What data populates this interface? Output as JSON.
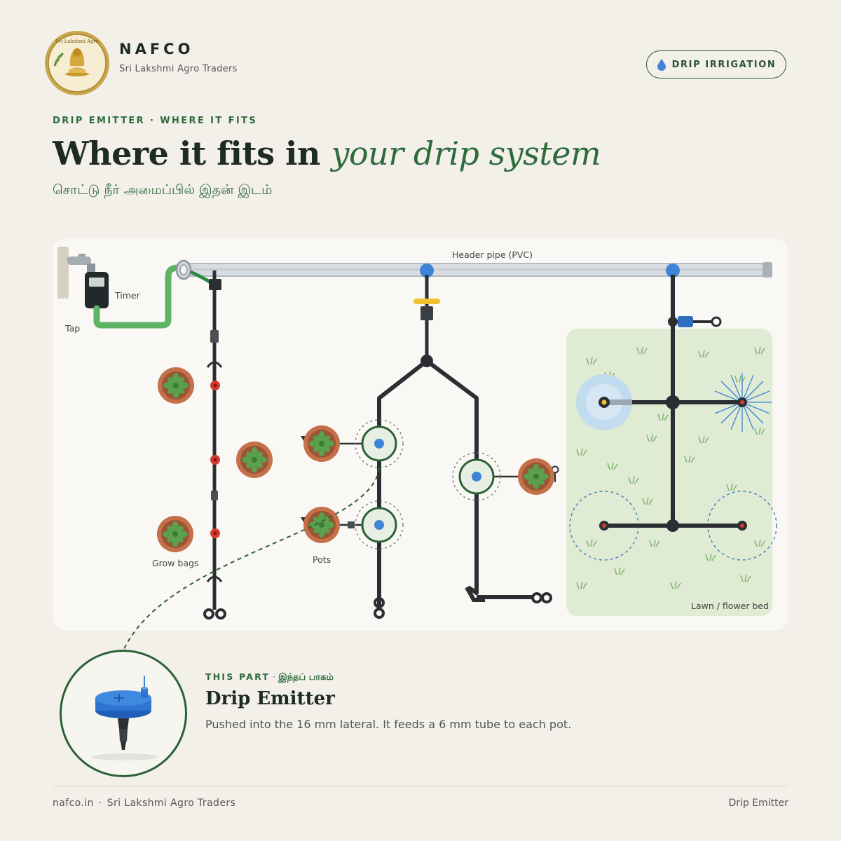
{
  "brand": {
    "name": "NAFCO",
    "tagline": "Sri Lakshmi Agro Traders",
    "logo_text": "Sri Lakshmi Agro"
  },
  "badge": {
    "label": "DRIP IRRIGATION",
    "icon": "water-drop-icon"
  },
  "section": {
    "eyebrow": "DRIP EMITTER · WHERE IT FITS",
    "headline_plain": "Where it fits in ",
    "headline_accent": "your drip system",
    "tamil": "சொட்டு நீர் அமைப்பில் இதன் இடம்"
  },
  "diagram": {
    "labels": {
      "header_pipe": "Header pipe (PVC)",
      "timer": "Timer",
      "tap": "Tap",
      "grow_bags": "Grow bags",
      "pots": "Pots",
      "lawn": "Lawn / flower bed"
    }
  },
  "part": {
    "eyebrow": "THIS PART",
    "eyebrow_tamil": "இந்தப் பாகம்",
    "title": "Drip Emitter",
    "description": "Pushed into the 16 mm lateral. It feeds a 6 mm tube to each pot."
  },
  "footer": {
    "site": "nafco.in",
    "company": "Sri Lakshmi Agro Traders",
    "product": "Drip Emitter"
  },
  "colors": {
    "background": "#f3f0ea",
    "accent_green": "#2e6b3c",
    "pipe_dark": "#2b2f33",
    "hose_green": "#5cb464",
    "emitter_blue": "#3f84d6",
    "dripper_red": "#d63a2f",
    "lawn_green": "#dfebd2"
  }
}
